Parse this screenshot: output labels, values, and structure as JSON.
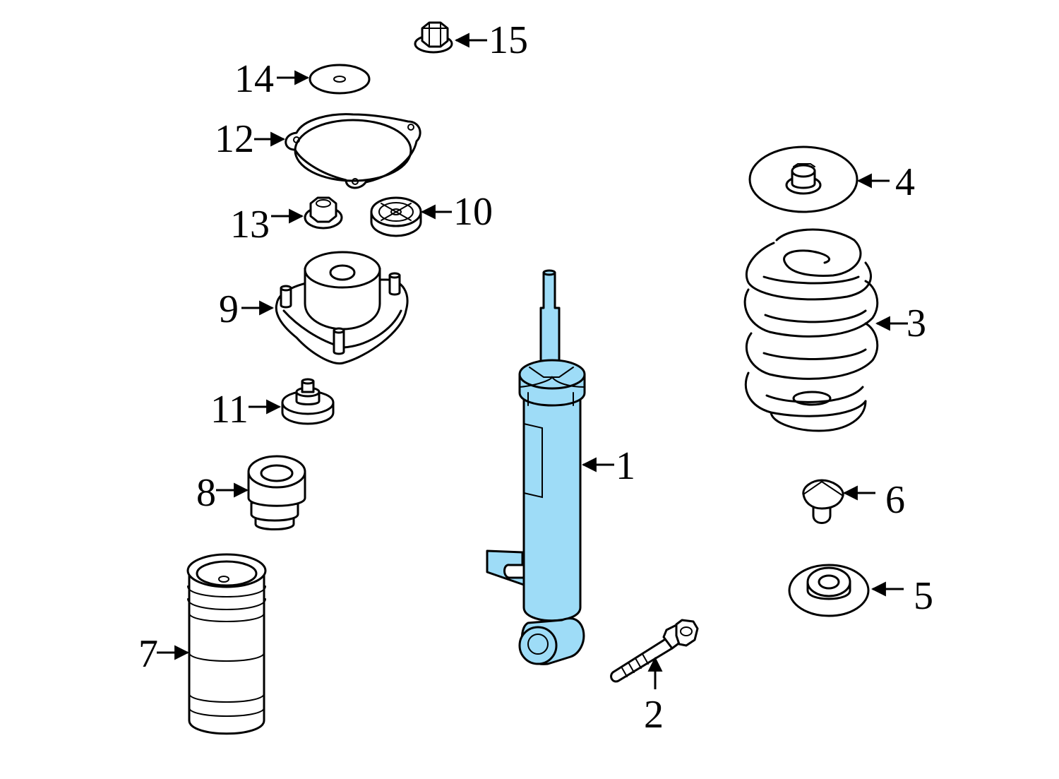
{
  "diagram": {
    "highlight_color": "#9edcf7",
    "line_color": "#000000",
    "callouts": {
      "c1": "1",
      "c2": "2",
      "c3": "3",
      "c4": "4",
      "c5": "5",
      "c6": "6",
      "c7": "7",
      "c8": "8",
      "c9": "9",
      "c10": "10",
      "c11": "11",
      "c12": "12",
      "c13": "13",
      "c14": "14",
      "c15": "15"
    }
  }
}
